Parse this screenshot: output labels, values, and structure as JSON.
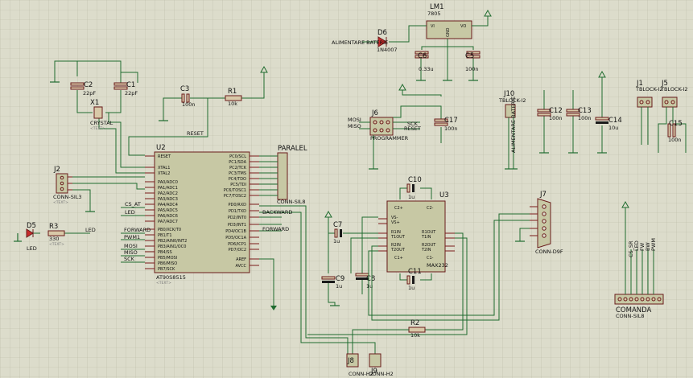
{
  "colors": {
    "background": "#dcdccb",
    "wire": "#1f6b2f",
    "component": "#6a1b1b",
    "body": "#c7c8a4"
  },
  "components": {
    "u2": {
      "ref": "U2",
      "part": "AT90S8515",
      "left_pins": [
        "RESET",
        "XTAL1",
        "XTAL2",
        "PA0/ADC0",
        "PA1/ADC1",
        "PA2/ADC2",
        "PA3/ADC3",
        "PA4/ADC4",
        "PA5/ADC5",
        "PA6/ADC6",
        "PA7/ADC7",
        "PB0/XCK/T0",
        "PB1/T1",
        "PB2/AIN0/INT2",
        "PB3/AIN1/OC0",
        "PB4/SS",
        "PB5/MOSI",
        "PB6/MISO",
        "PB7/SCK"
      ],
      "right_pins": [
        "PC0/SCL",
        "PC1/SDA",
        "PC2/TCK",
        "PC3/TMS",
        "PC4/TDO",
        "PC5/TDI",
        "PC6/TOSC1",
        "PC7/TOSC2",
        "PD0/RXD",
        "PD1/TXD",
        "PD2/INT0",
        "PD3/INT1",
        "PD4/OC1B",
        "PD5/OC1A",
        "PD6/ICP1",
        "PD7/OC2",
        "AREF",
        "AVCC"
      ]
    },
    "u3": {
      "ref": "U3",
      "part": "MAX232",
      "pins": [
        "C2+",
        "C2-",
        "VS-",
        "VS+",
        "R1IN",
        "T1OUT",
        "R2IN",
        "T2OUT",
        "C1+",
        "C1-",
        "R1OUT",
        "T1IN",
        "R2OUT",
        "T2IN"
      ]
    },
    "lm1": {
      "ref": "LM1",
      "part": "7805",
      "vi": "VI",
      "vo": "VO",
      "gnd": "GND"
    },
    "c1": {
      "ref": "C1",
      "value": "22pF"
    },
    "c2": {
      "ref": "C2",
      "value": "22pF"
    },
    "x1": {
      "ref": "X1",
      "value": "CRYSTAL"
    },
    "c3": {
      "ref": "C3",
      "value": "100n"
    },
    "r1": {
      "ref": "R1",
      "value": "10k"
    },
    "r2": {
      "ref": "R2",
      "value": "10k"
    },
    "r3": {
      "ref": "R3",
      "value": "330"
    },
    "c5": {
      "ref": "C5",
      "value": "100n"
    },
    "c6": {
      "ref": "C6",
      "value": "0.33u"
    },
    "c7": {
      "ref": "C7",
      "value": "1u"
    },
    "c8": {
      "ref": "C8",
      "value": "1u"
    },
    "c9": {
      "ref": "C9",
      "value": "1u"
    },
    "c10": {
      "ref": "C10",
      "value": "1u"
    },
    "c11": {
      "ref": "C11",
      "value": "1u"
    },
    "c12": {
      "ref": "C12",
      "value": "100n"
    },
    "c13": {
      "ref": "C13",
      "value": "100n"
    },
    "c14": {
      "ref": "C14",
      "value": "10u"
    },
    "c15": {
      "ref": "C15",
      "value": "100n"
    },
    "c17": {
      "ref": "C17",
      "value": "100n"
    },
    "d5": {
      "ref": "D5",
      "value": "LED"
    },
    "d6": {
      "ref": "D6",
      "value": "1N4007"
    },
    "j1": {
      "ref": "J1",
      "value": "TBLOCK-I2"
    },
    "j5": {
      "ref": "J5",
      "value": "TBLOCK-I2"
    },
    "j10": {
      "ref": "J10",
      "value": "TBLOCK-I2"
    },
    "j2": {
      "ref": "J2",
      "value": "CONN-SIL3"
    },
    "j6": {
      "ref": "J6",
      "value": "PROGRAMMER"
    },
    "j7": {
      "ref": "J7",
      "value": "CONN-D9F"
    },
    "j8": {
      "ref": "J8",
      "value": "CONN-H2"
    },
    "j9": {
      "ref": "J9",
      "value": "CONN-H2"
    },
    "paralel": {
      "ref": "PARALEL",
      "value": "CONN-SIL8"
    },
    "comanda": {
      "ref": "COMANDA",
      "value": "CONN-SIL8"
    }
  },
  "text_placeholder": "<TEXT>",
  "net_labels": {
    "reset": "RESET",
    "led": "LED",
    "led2": "LED",
    "cs_at": "CS_AT",
    "forward": "FORWARD",
    "forward2": "FORWARD",
    "pwm": "PWM1",
    "mosi": "MOSI",
    "miso": "MISO",
    "sck": "SCK",
    "back": "BACKWARD",
    "alim": "ALIMENTARE BATERIE",
    "alim2": "ALIMENTARE BATERIE",
    "prog_mosi": "MOSI",
    "prog_miso": "MISO",
    "prog_sck": "SCK",
    "prog_reset": "RESET",
    "cmd": [
      "CS_SR",
      "LED",
      "FW",
      "BW",
      "PWM"
    ]
  }
}
